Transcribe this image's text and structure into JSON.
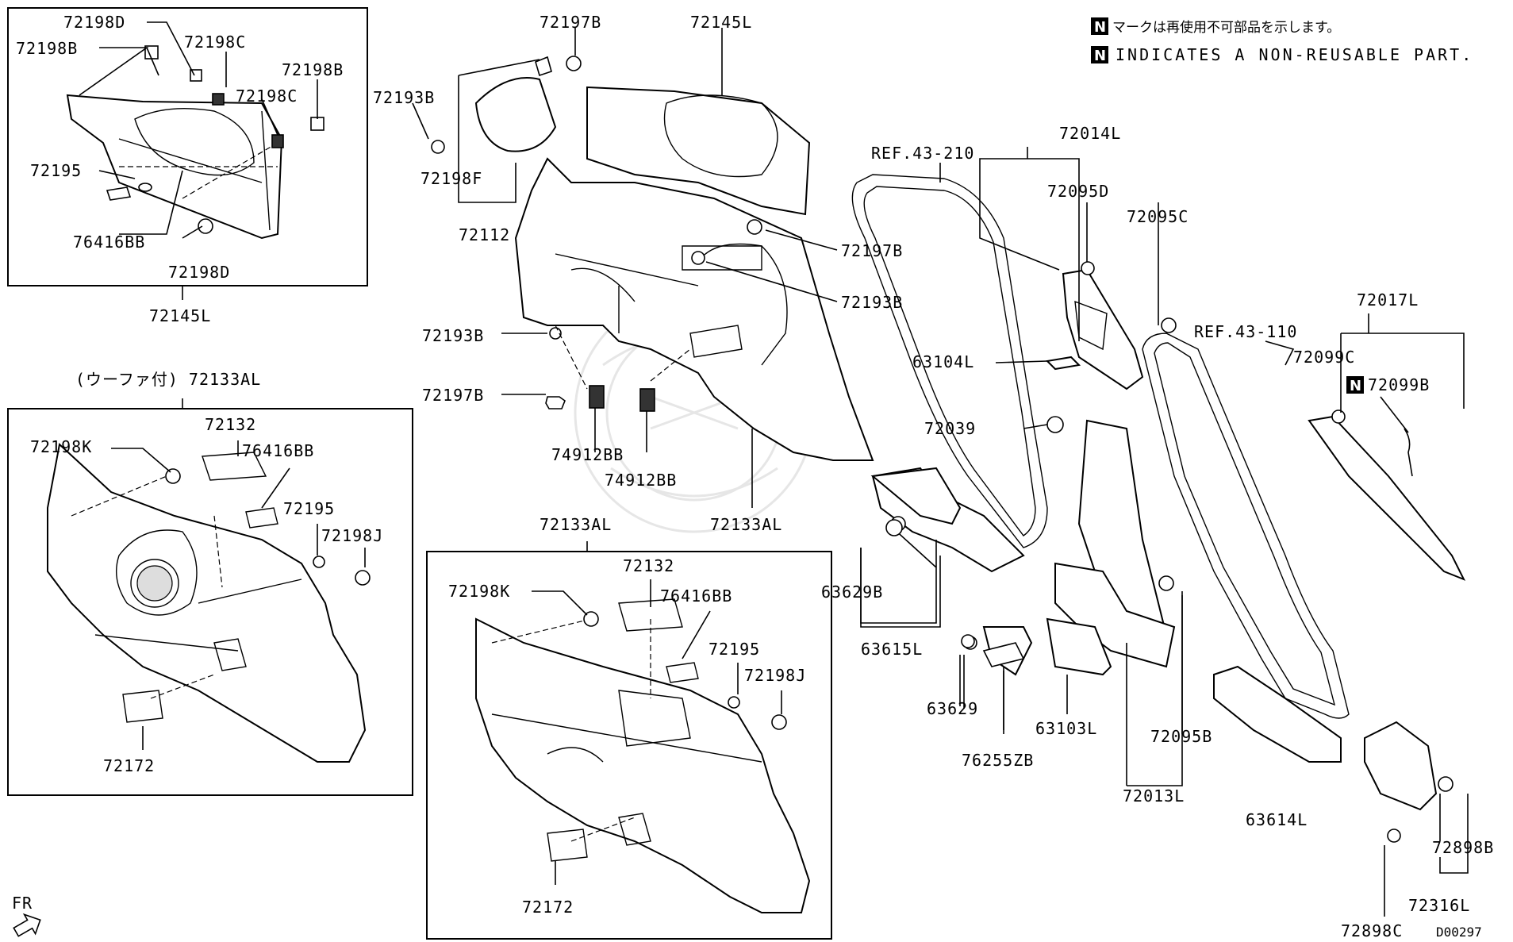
{
  "legend": {
    "badge_letter": "N",
    "note_jp": "マークは再使用不可部品を示します。",
    "note_en": "INDICATES A NON-REUSABLE PART."
  },
  "diagram_id": "D00297",
  "direction_label": "FR",
  "labels": {
    "l1": "72198D",
    "l2": "72198B",
    "l3": "72198C",
    "l4": "72198B",
    "l5": "72198C",
    "l6": "72195",
    "l7": "76416BB",
    "l8": "72198D",
    "l9": "72145L",
    "l10": "72197B",
    "l11": "72145L",
    "l12": "72193B",
    "l13": "72198F",
    "l14": "72112",
    "l15": "72197B",
    "l16": "72193B",
    "l17": "72193B",
    "l18": "72197B",
    "l19": "74912BB",
    "l20": "74912BB",
    "l21": "72133AL",
    "l22": "REF.43-210",
    "l23": "72014L",
    "l24": "72095D",
    "l25": "72095C",
    "l26": "63104L",
    "l27": "72039",
    "l28": "REF.43-110",
    "l29": "72017L",
    "l30": "72099C",
    "l31": "72099B",
    "l32": "(ウーファ付) 72133AL",
    "l33": "72132",
    "l34": "76416BB",
    "l35": "72198K",
    "l36": "72195",
    "l37": "72198J",
    "l38": "72172",
    "l39": "72133AL",
    "l40": "72132",
    "l41": "76416BB",
    "l42": "72198K",
    "l43": "72195",
    "l44": "72198J",
    "l45": "72172",
    "l46": "63629B",
    "l47": "63615L",
    "l48": "63629",
    "l49": "76255ZB",
    "l50": "63103L",
    "l51": "72095B",
    "l52": "72013L",
    "l53": "63614L",
    "l54": "72898B",
    "l55": "72316L",
    "l56": "72898C"
  },
  "icons": {
    "non_reusable": "n-badge-icon",
    "front_arrow": "front-arrow-icon"
  }
}
